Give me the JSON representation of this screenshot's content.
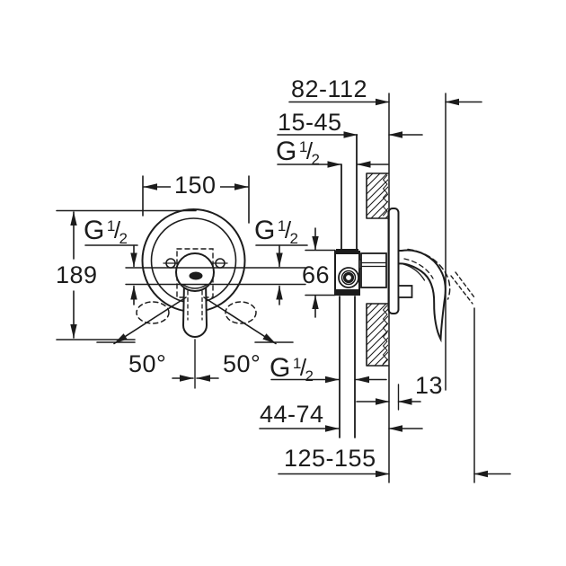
{
  "drawing": {
    "front_view": {
      "plate_width": "150",
      "total_height": "189",
      "swing_angle_left": "50°",
      "swing_angle_right": "50°"
    },
    "side_view": {
      "handle_clearance_range": "82-112",
      "concealed_depth_range": "15-45",
      "valve_height": "66",
      "plate_thickness": "13",
      "valve_to_wall_range": "44-74",
      "overall_depth_range": "125-155"
    },
    "thread": {
      "prefix": "G",
      "numerator": "1",
      "slash": "/",
      "denominator": "2"
    }
  }
}
